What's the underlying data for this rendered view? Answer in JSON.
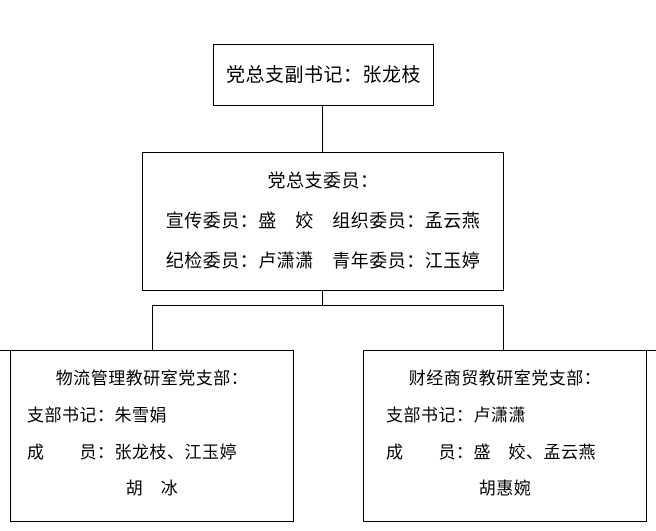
{
  "chart": {
    "type": "org-chart",
    "background_color": "#ffffff",
    "line_color": "#000000",
    "text_color": "#000000"
  },
  "nodes": {
    "deputy_secretary": {
      "text": "党总支副书记：张龙枝"
    },
    "committee": {
      "title": "党总支委员：",
      "row1": "宣传委员：盛　姣　组织委员：孟云燕",
      "row2": "纪检委员：卢潇潇　青年委员：江玉婷"
    },
    "branch_logistics": {
      "title": "物流管理教研室党支部：",
      "secretary": "支部书记：朱雪娟",
      "members_line1": "成　　员：张龙枝、江玉婷",
      "members_line2": "胡　冰"
    },
    "branch_commerce": {
      "title": "财经商贸教研室党支部：",
      "secretary": "支部书记：卢潇潇",
      "members_line1": "成　　员：盛　姣、孟云燕",
      "members_line2": "胡惠婉"
    }
  }
}
